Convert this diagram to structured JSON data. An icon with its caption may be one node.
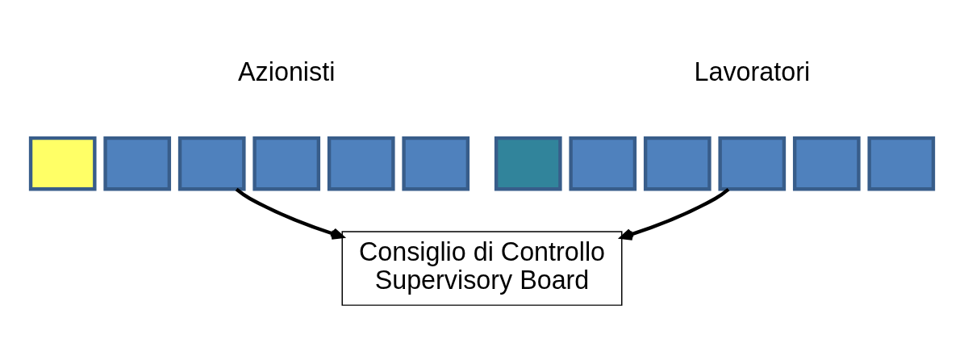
{
  "diagram": {
    "nodes": [
      {
        "text": [],
        "shape": "box"
      },
      {
        "text": [],
        "shape": "box"
      },
      {
        "text": [],
        "shape": "box"
      },
      {
        "text": [],
        "shape": "box"
      },
      {
        "text": [],
        "shape": "box"
      },
      {
        "text": [],
        "shape": "box"
      },
      {
        "text": [],
        "shape": "box"
      },
      {
        "text": [],
        "shape": "box"
      },
      {
        "text": [],
        "shape": "box"
      },
      {
        "text": [],
        "shape": "box"
      },
      {
        "text": [],
        "shape": "box"
      },
      {
        "text": [],
        "shape": "box"
      },
      {
        "text": [
          "Consiglio di Controllo",
          "Supervisory Board"
        ]
      }
    ],
    "edges": [
      {
        "from": 2,
        "to": 12,
        "arrow": "to"
      },
      {
        "from": 9,
        "to": 12,
        "arrow": "to"
      }
    ],
    "labels": [
      "Azionisti",
      "Lavoratori"
    ]
  }
}
